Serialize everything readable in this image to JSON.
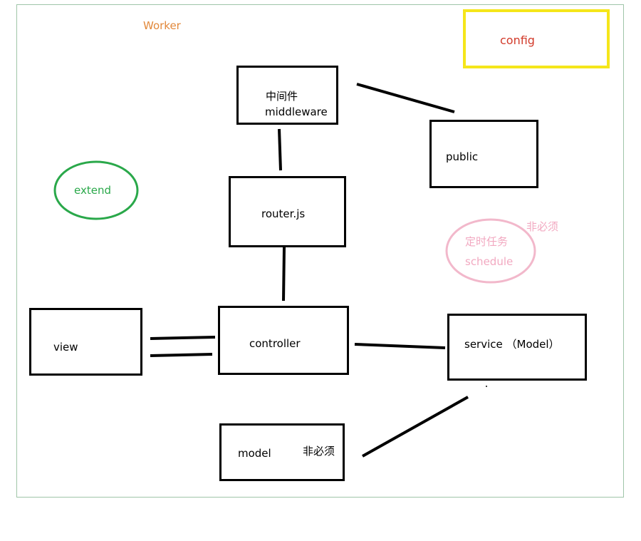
{
  "diagram": {
    "frame_label": "Worker",
    "config": "config",
    "middleware_cn": "中间件",
    "middleware_en": "middleware",
    "public": "public",
    "extend": "extend",
    "router": "router.js",
    "schedule_cn": "定时任务",
    "schedule_en": "schedule",
    "schedule_note": "非必须",
    "view": "view",
    "controller": "controller",
    "service": "service （Model）",
    "model": "model",
    "model_note": "非必须"
  },
  "colors": {
    "worker_label": "#e2883a",
    "config_border": "#f5e61a",
    "config_text": "#d23a2a",
    "extend_ellipse": "#2aa84a",
    "extend_text": "#2aa84a",
    "schedule_ellipse": "#f2b8cb",
    "schedule_text": "#f2a9c1",
    "frame_border": "#9fc5a8",
    "box_border": "#000000"
  }
}
